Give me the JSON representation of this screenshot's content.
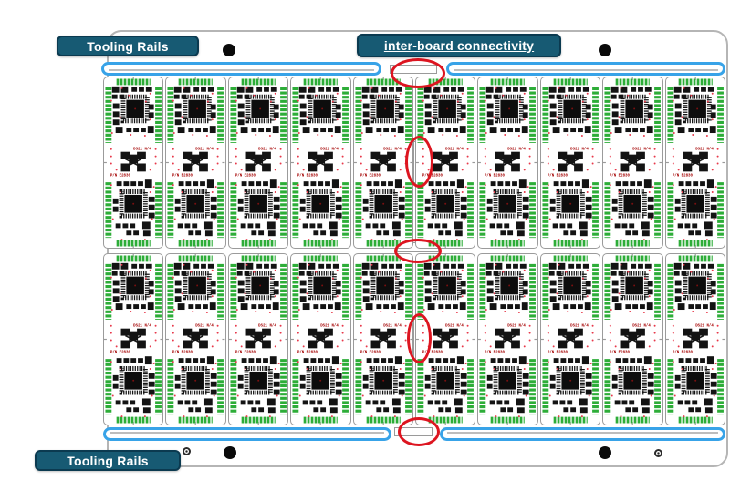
{
  "annotation_labels": {
    "tooling_rails_top": "Tooling Rails",
    "inter_board_connectivity": "inter-board connectivity",
    "tooling_rails_bottom": "Tooling Rails"
  },
  "panel": {
    "grid": {
      "rows": 2,
      "cols": 10
    },
    "board": {
      "silk_top": "DS21 N/4",
      "silk_bottom": "P/N E2830"
    },
    "highlight_ellipse_count": 5,
    "tooling_hole_count": 4,
    "fiducial_count": 2
  },
  "colors": {
    "label_fill": "#175a73",
    "label_border": "#0b3a50",
    "label_text": "#ffffff",
    "rail_blue": "#38a3e8",
    "pad_green": "#2dad38",
    "component_black": "#131313",
    "silkscreen_red": "#a40000",
    "via_red": "#e8384a",
    "highlight_red": "#dd1520",
    "panel_border": "#b5b5b5"
  }
}
